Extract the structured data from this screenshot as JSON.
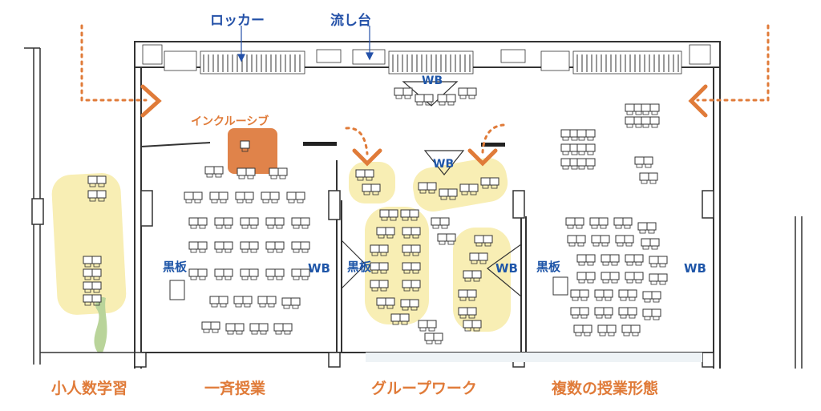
{
  "top_labels": {
    "locker": "ロッカー",
    "sink": "流し台"
  },
  "inclusive_label": "インクルーシブ",
  "board_labels": {
    "blackboard_1": "黒板",
    "wb_1": "WB",
    "blackboard_2": "黒板",
    "wb_top": "WB",
    "wb_mid": "WB",
    "wb_right_group": "WB",
    "blackboard_3": "黒板",
    "wb_far_right": "WB"
  },
  "zones": {
    "small_group": "小人数学習",
    "simultaneous": "一斉授業",
    "group_work": "グループワーク",
    "multiple_styles": "複数の授業形態"
  },
  "colors": {
    "orange": "#e07b39",
    "zone_yellow": "#f8eeb4",
    "inclusive_box": "#e0834a",
    "label_blue": "#2451a8",
    "wall": "#333333",
    "leaf_green": "#b9d49a"
  }
}
